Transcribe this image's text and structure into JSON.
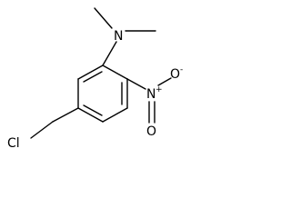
{
  "molecule": {
    "atoms": {
      "amine_nitrogen": "N",
      "nitro_nitrogen": "N",
      "nitro_n_charge": "+",
      "nitro_oxygen_right": "O",
      "nitro_oxygen_right_charge": "-",
      "nitro_oxygen_down": "O",
      "chlorine": "Cl"
    },
    "color": "#000000",
    "background": "#ffffff"
  }
}
